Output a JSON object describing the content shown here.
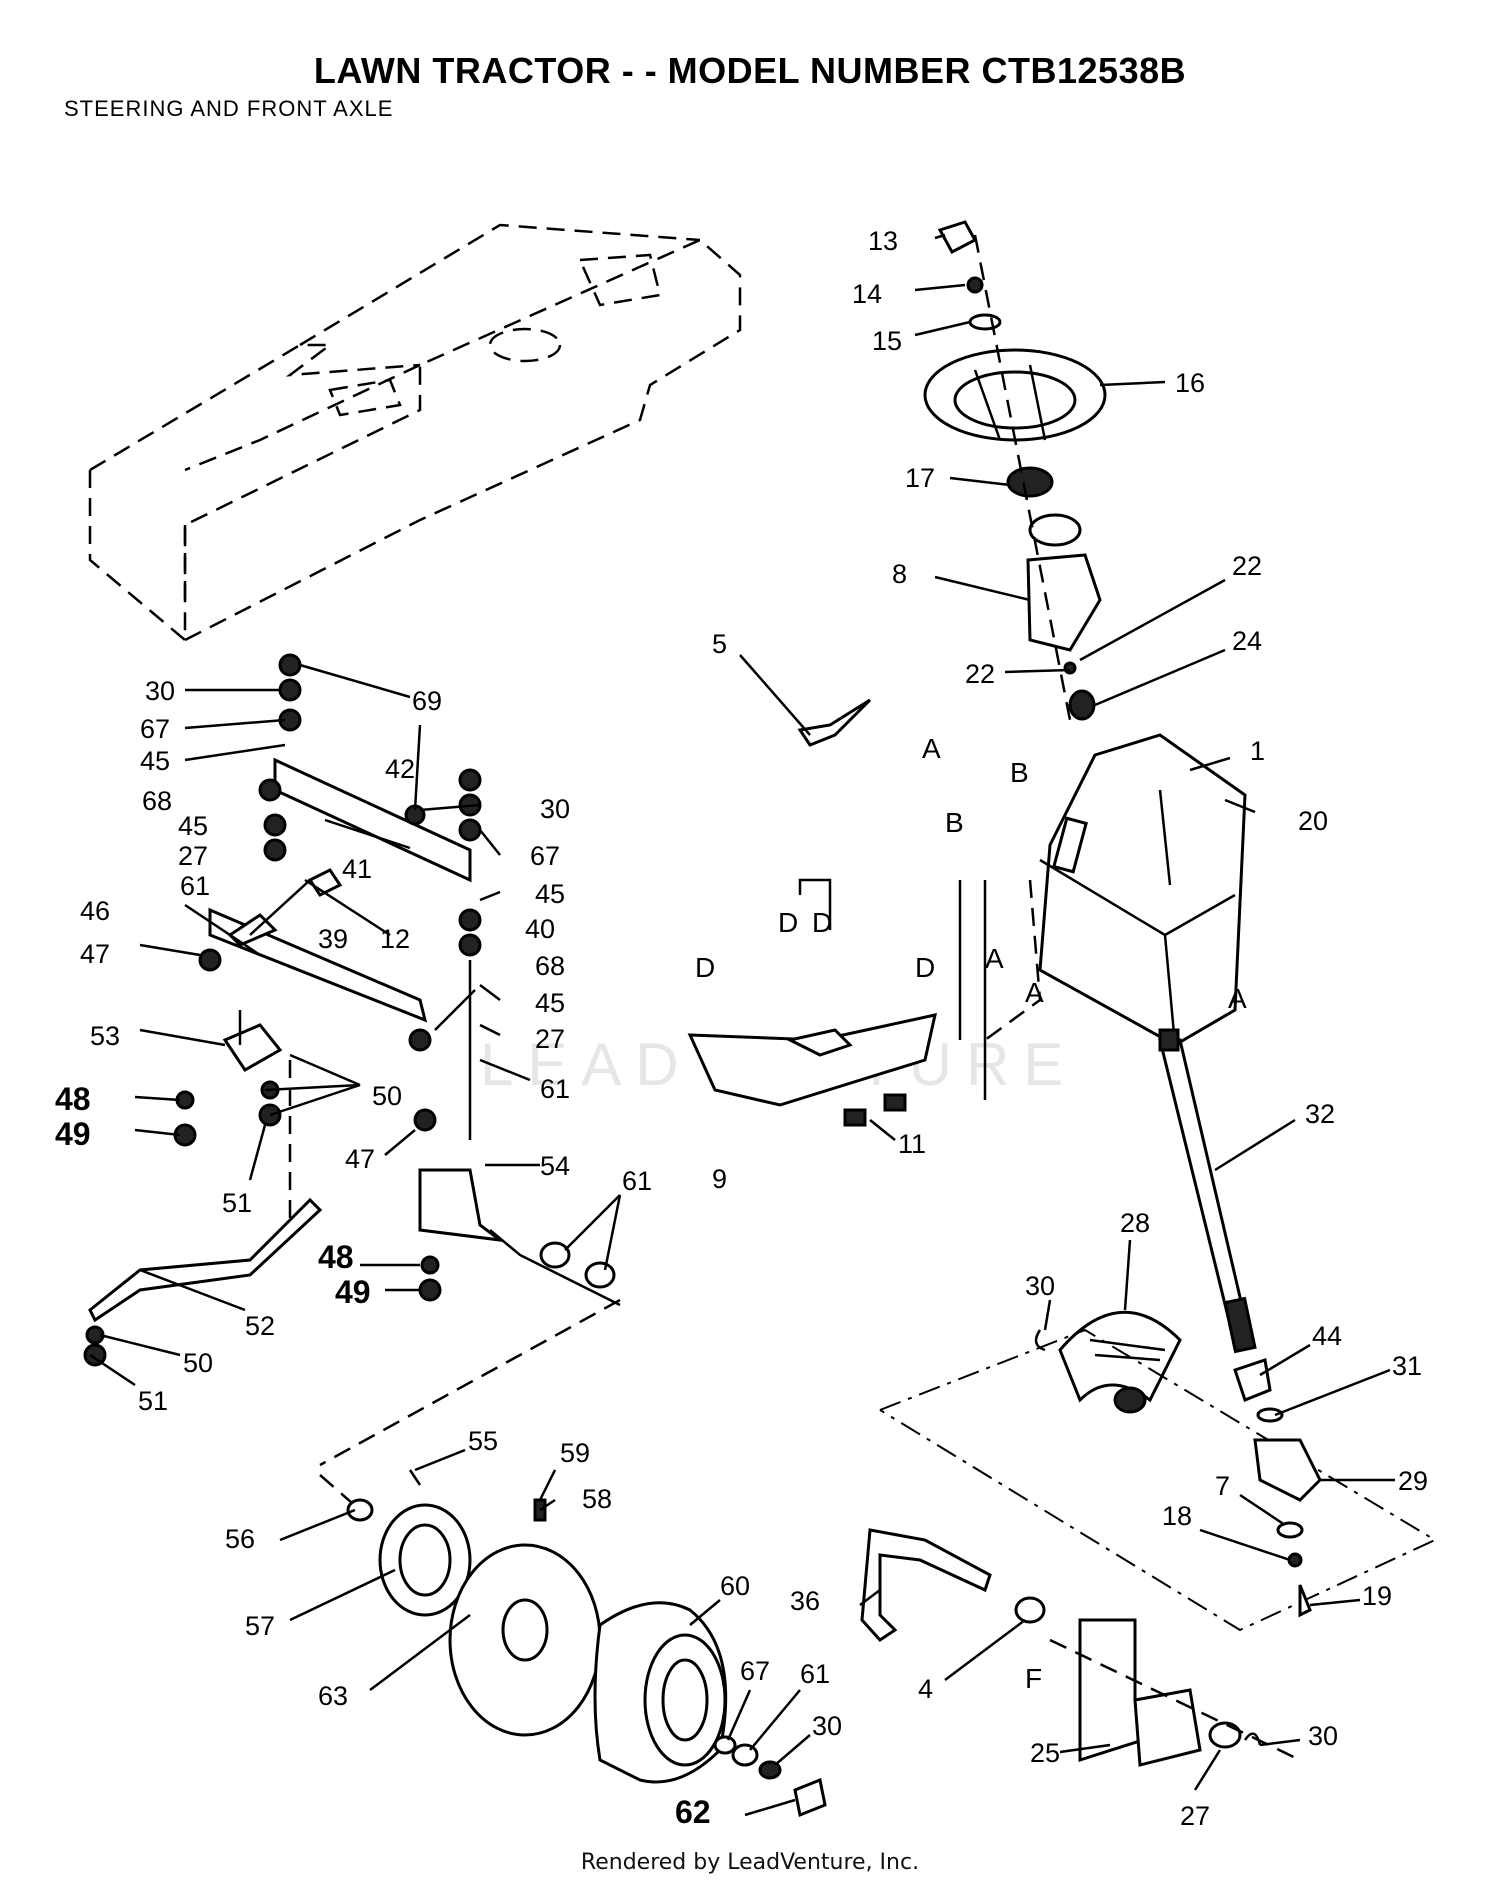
{
  "title": "LAWN TRACTOR - - MODEL NUMBER CTB12538B",
  "subtitle": "STEERING  AND FRONT AXLE",
  "footer": "Rendered by LeadVenture, Inc.",
  "watermark": "LEADVENTURE",
  "callouts": [
    "13",
    "14",
    "15",
    "16",
    "17",
    "8",
    "22",
    "22",
    "24",
    "5",
    "1",
    "20",
    "30",
    "69",
    "67",
    "45",
    "68",
    "45",
    "27",
    "61",
    "42",
    "30",
    "67",
    "45",
    "41",
    "40",
    "12",
    "39",
    "68",
    "45",
    "27",
    "61",
    "46",
    "47",
    "53",
    "48",
    "49",
    "50",
    "51",
    "47",
    "54",
    "61",
    "52",
    "50",
    "51",
    "48",
    "49",
    "9",
    "11",
    "32",
    "28",
    "30",
    "44",
    "31",
    "29",
    "7",
    "18",
    "19",
    "55",
    "59",
    "58",
    "56",
    "57",
    "60",
    "63",
    "36",
    "4",
    "67",
    "61",
    "30",
    "62",
    "25",
    "27",
    "30"
  ],
  "letters": [
    "A",
    "B",
    "B",
    "D",
    "D",
    "D",
    "D",
    "A",
    "A",
    "A",
    "F"
  ]
}
